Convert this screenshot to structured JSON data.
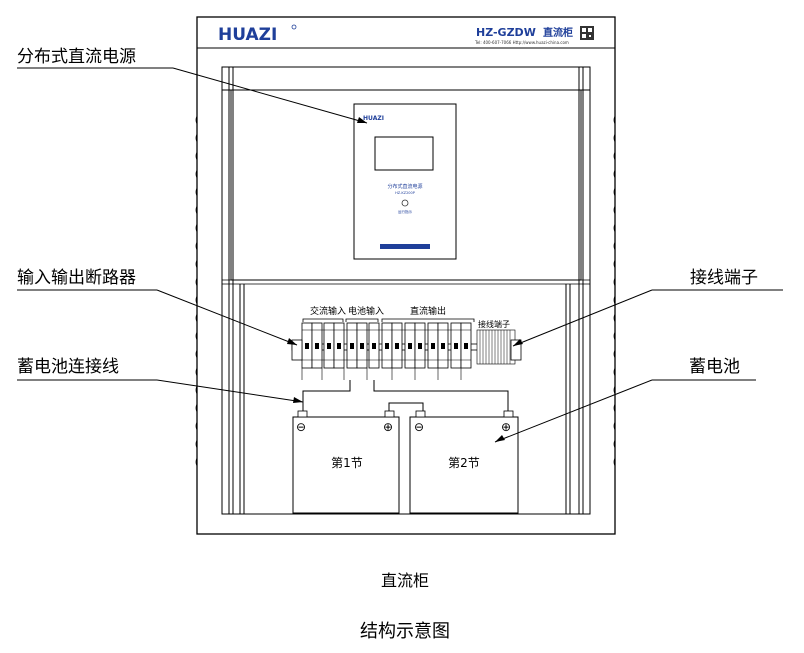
{
  "header": {
    "brand": "HUAZI",
    "model": "HZ-GZDW",
    "model_suffix": "直流柜",
    "contact": "Tel: 400-607-7066 Http://www.huazi-china.com"
  },
  "labels": {
    "distributed_power": "分布式直流电源",
    "io_breaker": "输入输出断路器",
    "battery_cable": "蓄电池连接线",
    "terminal_block": "接线端子",
    "battery": "蓄电池"
  },
  "breaker_labels": {
    "ac_input": "交流输入",
    "battery_input": "电池输入",
    "dc_output": "直流输出",
    "terminal": "接线端子"
  },
  "module": {
    "brand": "HUAZI",
    "name": "分布式直流电源",
    "model": "HZ-KZ200P",
    "indicator": "运行指示"
  },
  "batteries": [
    {
      "label": "第1节",
      "neg": "⊖",
      "pos": "⊕"
    },
    {
      "label": "第2节",
      "neg": "⊖",
      "pos": "⊕"
    }
  ],
  "captions": {
    "cabinet": "直流柜",
    "diagram": "结构示意图"
  }
}
